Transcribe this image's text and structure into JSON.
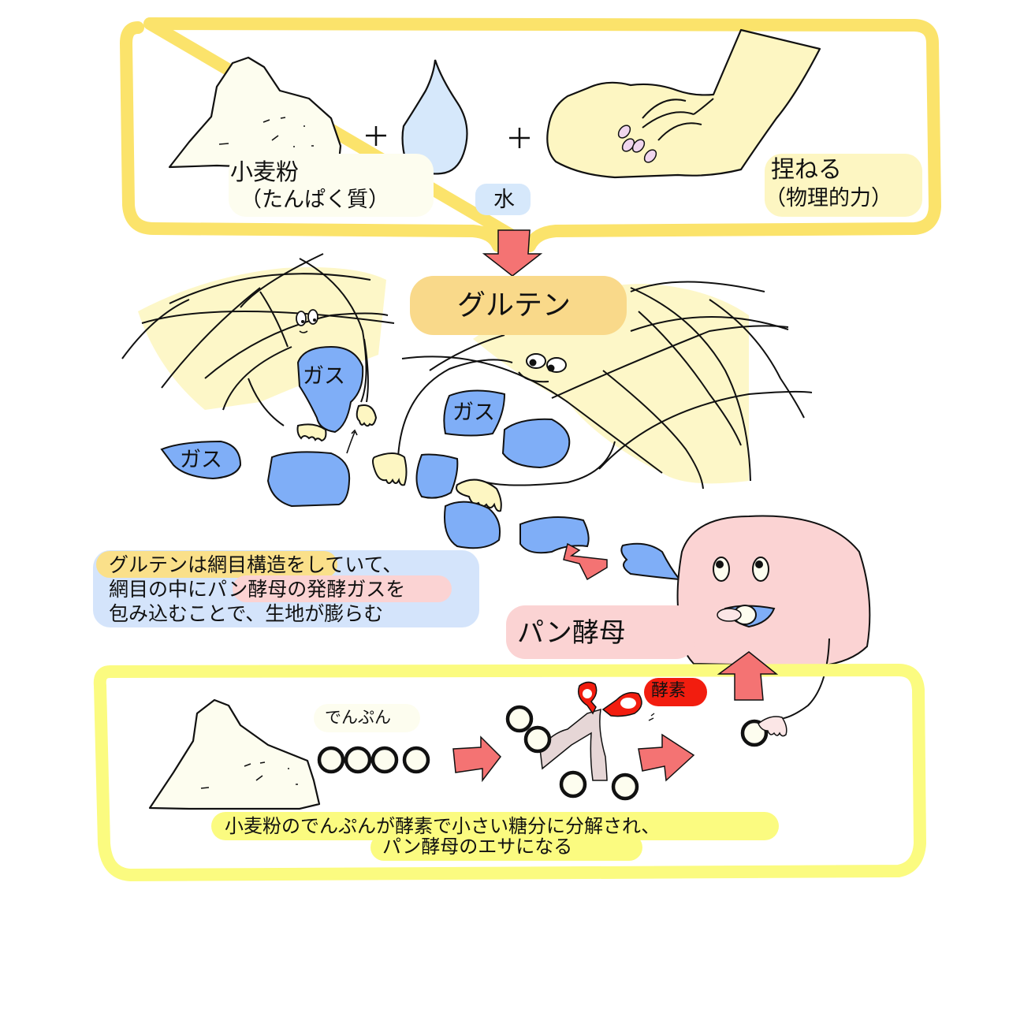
{
  "colors": {
    "frame_top": "#FBE36B",
    "frame_bottom": "#FBFB80",
    "flour_fill": "#FDFDEF",
    "water_fill": "#D6E8FB",
    "dough_fill": "#FDF6C2",
    "gluten_pill": "#F9D98A",
    "gas_blue": "#7FAEF7",
    "arrow_red": "#F47373",
    "yeast_pink": "#FBD3D3",
    "enzyme_red": "#F21D0F",
    "caption_blue": "#D4E4FB",
    "caption_yellow": "#FAE08A",
    "caption_pink": "#FBD3D3"
  },
  "top_section": {
    "ingredients": [
      {
        "name": "flour",
        "label_line1": "小麦粉",
        "label_line2": "（たんぱく質）",
        "icon": "flour-pile-icon"
      },
      {
        "name": "water",
        "label_line1": "水",
        "icon": "water-drop-icon"
      },
      {
        "name": "knead",
        "label_line1": "捏ねる",
        "label_line2": "（物理的力）",
        "icon": "kneading-hand-icon"
      }
    ],
    "operators": [
      "+",
      "+"
    ]
  },
  "gluten": {
    "title": "グルテン",
    "gas_labels": [
      "ガス",
      "ガス",
      "ガス"
    ]
  },
  "explanation": {
    "line1_highlight": "グルテンは網目構造",
    "line1_rest": "をしていて、",
    "line2_start": "網目の中に",
    "line2_highlight": "パン酵母の発酵ガス",
    "line2_end": "を",
    "line3": "包み込むことで、生地が膨らむ"
  },
  "yeast": {
    "label": "パン酵母"
  },
  "bottom_section": {
    "starch_label": "でんぷん",
    "enzyme_label": "酵素",
    "caption_line1": "小麦粉のでんぷんが酵素で小さい糖分に分解され、",
    "caption_line2": "パン酵母のエサになる"
  }
}
